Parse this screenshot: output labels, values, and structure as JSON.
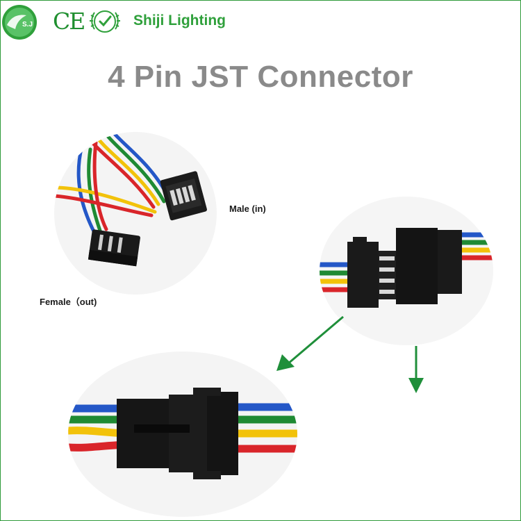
{
  "brand": {
    "ce_mark": "CE",
    "name": "Shiji Lighting",
    "logo_icon": "sj-logo-icon",
    "cert_icon": "certification-seal-icon"
  },
  "title": "4 Pin JST Connector",
  "labels": {
    "male": "Male (in)",
    "female": "Female（out)"
  },
  "photos": [
    "jst-male-female-connectors-photo",
    "jst-side-view-photo",
    "jst-mated-connector-closeup-photo"
  ],
  "arrows": [
    "arrow-down-left-icon",
    "arrow-down-icon"
  ],
  "colors": {
    "brand_green": "#2fa03b",
    "arrow_green": "#1f8f3a",
    "title_gray": "#8a8a8a",
    "wire_blue": "#2457c7",
    "wire_green": "#1f8a33",
    "wire_yellow": "#f2c20a",
    "wire_red": "#d9252a"
  }
}
